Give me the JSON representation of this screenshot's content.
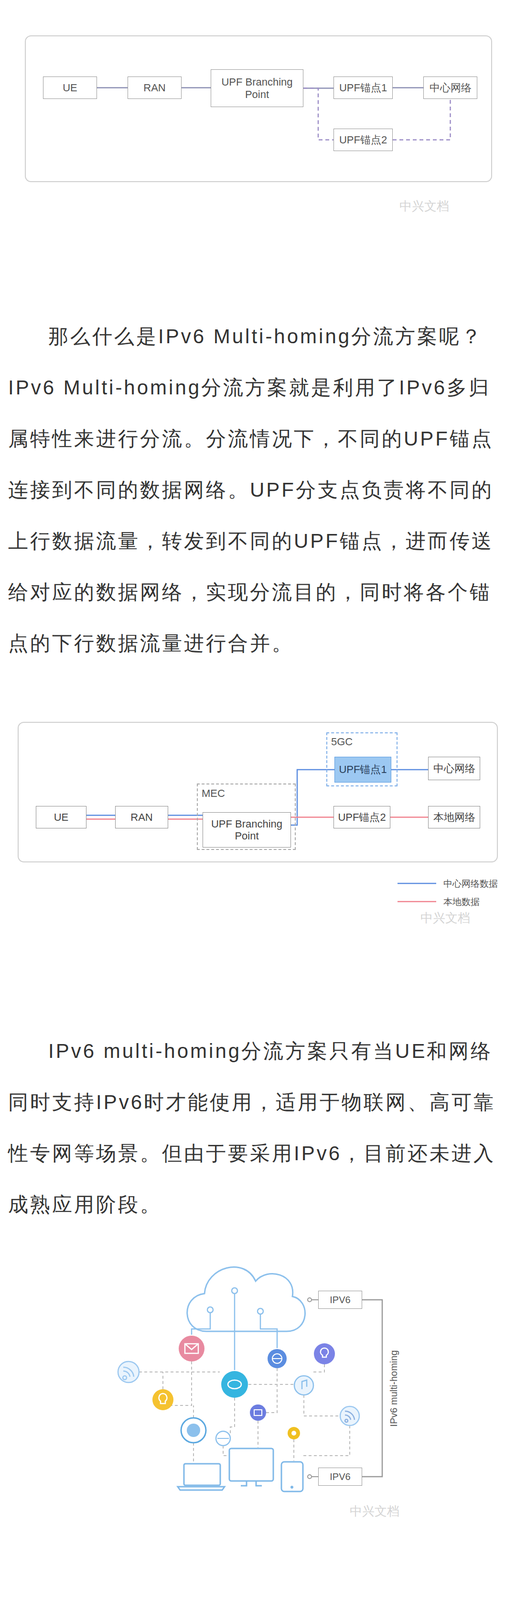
{
  "diagram": {
    "nodes": [
      {
        "text": [
          "UE"
        ]
      },
      {
        "text": [
          "RAN"
        ]
      },
      {
        "text": [
          "UPF Branching Point"
        ]
      },
      {
        "text": [
          "UPF锚点1"
        ]
      },
      {
        "text": [
          "中心网络"
        ]
      },
      {
        "text": [
          "UPF锚点2"
        ]
      },
      {
        "text": [
          "UE"
        ]
      },
      {
        "text": [
          "RAN"
        ]
      },
      {
        "text": [
          "MEC"
        ]
      },
      {
        "text": [
          "UPF Branching Point"
        ],
        "in": 8
      },
      {
        "text": [
          "5GC"
        ]
      },
      {
        "text": [
          "UPF锚点1"
        ],
        "in": 10
      },
      {
        "text": [
          "中心网络"
        ]
      },
      {
        "text": [
          "UPF锚点2"
        ]
      },
      {
        "text": [
          "本地网络"
        ]
      },
      {
        "text": [
          "IPV6"
        ]
      },
      {
        "text": [
          "IPV6"
        ]
      }
    ],
    "edges": [
      {
        "from": 0,
        "to": 1,
        "arrow": "none"
      },
      {
        "from": 1,
        "to": 2,
        "arrow": "none"
      },
      {
        "from": 2,
        "to": 3,
        "arrow": "none"
      },
      {
        "from": 3,
        "to": 4,
        "arrow": "none"
      },
      {
        "from": 2,
        "to": 5,
        "arrow": "none"
      },
      {
        "from": 5,
        "to": 4,
        "arrow": "none"
      },
      {
        "from": 6,
        "to": 7,
        "arrow": "none"
      },
      {
        "from": 7,
        "to": 9,
        "arrow": "none"
      },
      {
        "from": 9,
        "to": 11,
        "arrow": "none"
      },
      {
        "from": 11,
        "to": 12,
        "arrow": "none"
      },
      {
        "from": 9,
        "to": 13,
        "arrow": "none"
      },
      {
        "from": 13,
        "to": 14,
        "arrow": "none"
      },
      {
        "from": 15,
        "to": 16,
        "label": "IPv6 multi-homing",
        "arrow": "none"
      }
    ],
    "labels": [
      "中兴文档",
      "那么什么是IPv6 Multi-homing分流方案呢？IPv6 Multi-homing分流方案就是利用了IPv6多归属特性来进行分流。分流情况下，不同的UPF锚点连接到不同的数据网络。UPF分支点负责将不同的上行数据流量，转发到不同的UPF锚点，进而传送给对应的数据网络，实现分流目的，同时将各个锚点的下行数据流量进行合并。",
      "中兴文档",
      "IPv6 multi-homing分流方案只有当UE和网络同时支持IPv6时才能使用，适用于物联网、高可靠性专网等场景。但由于要采用IPv6，目前还未进入成熟应用阶段。",
      "中兴文档"
    ],
    "legend": [
      {
        "text": "中心网络数据"
      },
      {
        "text": "本地数据"
      }
    ]
  }
}
